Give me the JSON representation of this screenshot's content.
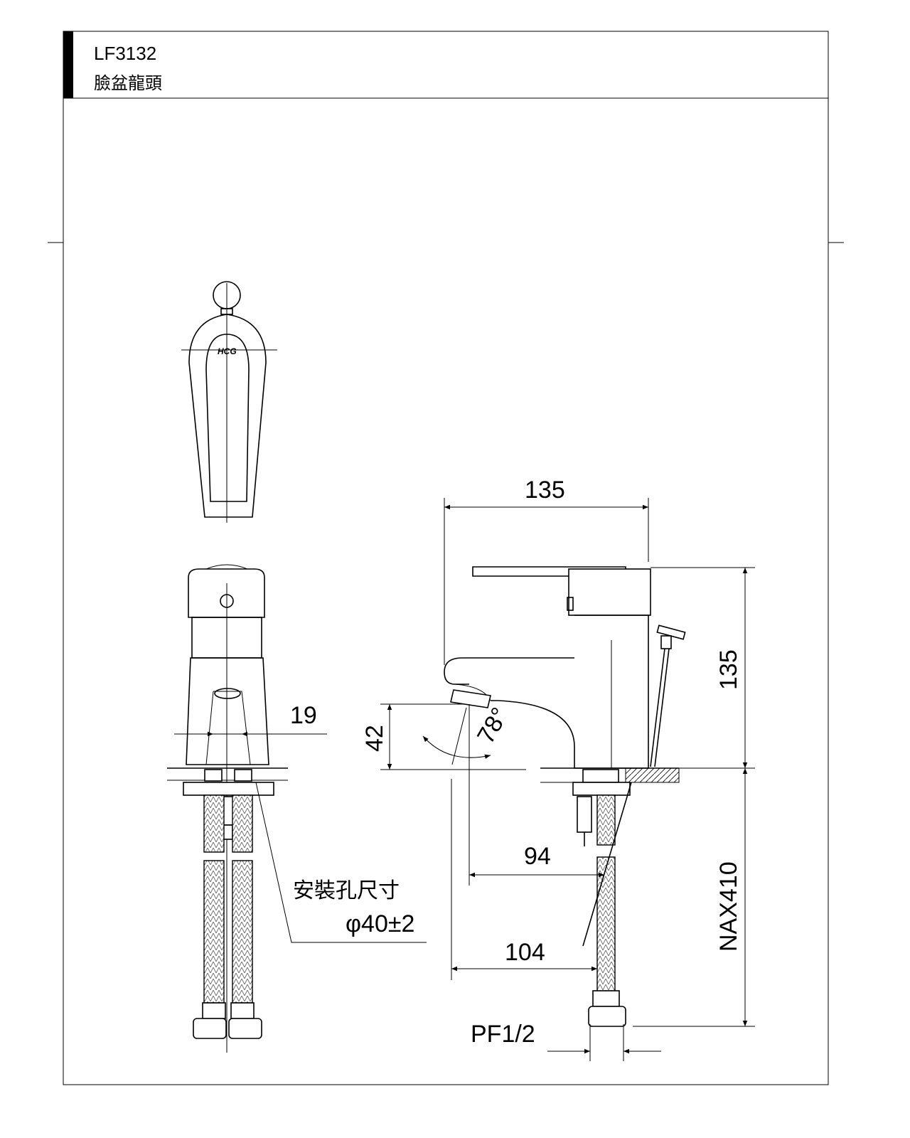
{
  "header": {
    "model": "LF3132",
    "product_name": "臉盆龍頭"
  },
  "logo": {
    "text": "HCG"
  },
  "dimensions": {
    "front_hole_spacing": "19",
    "side_overall_length": "135",
    "side_height": "135",
    "spout_height": "42",
    "spout_angle": "78°",
    "spout_reach": "94",
    "hose_offset": "104",
    "hose_length": "NAX410",
    "connector": "PF1/2"
  },
  "notes": {
    "mounting_hole_label": "安裝孔尺寸",
    "mounting_hole_size": "φ40±2"
  }
}
